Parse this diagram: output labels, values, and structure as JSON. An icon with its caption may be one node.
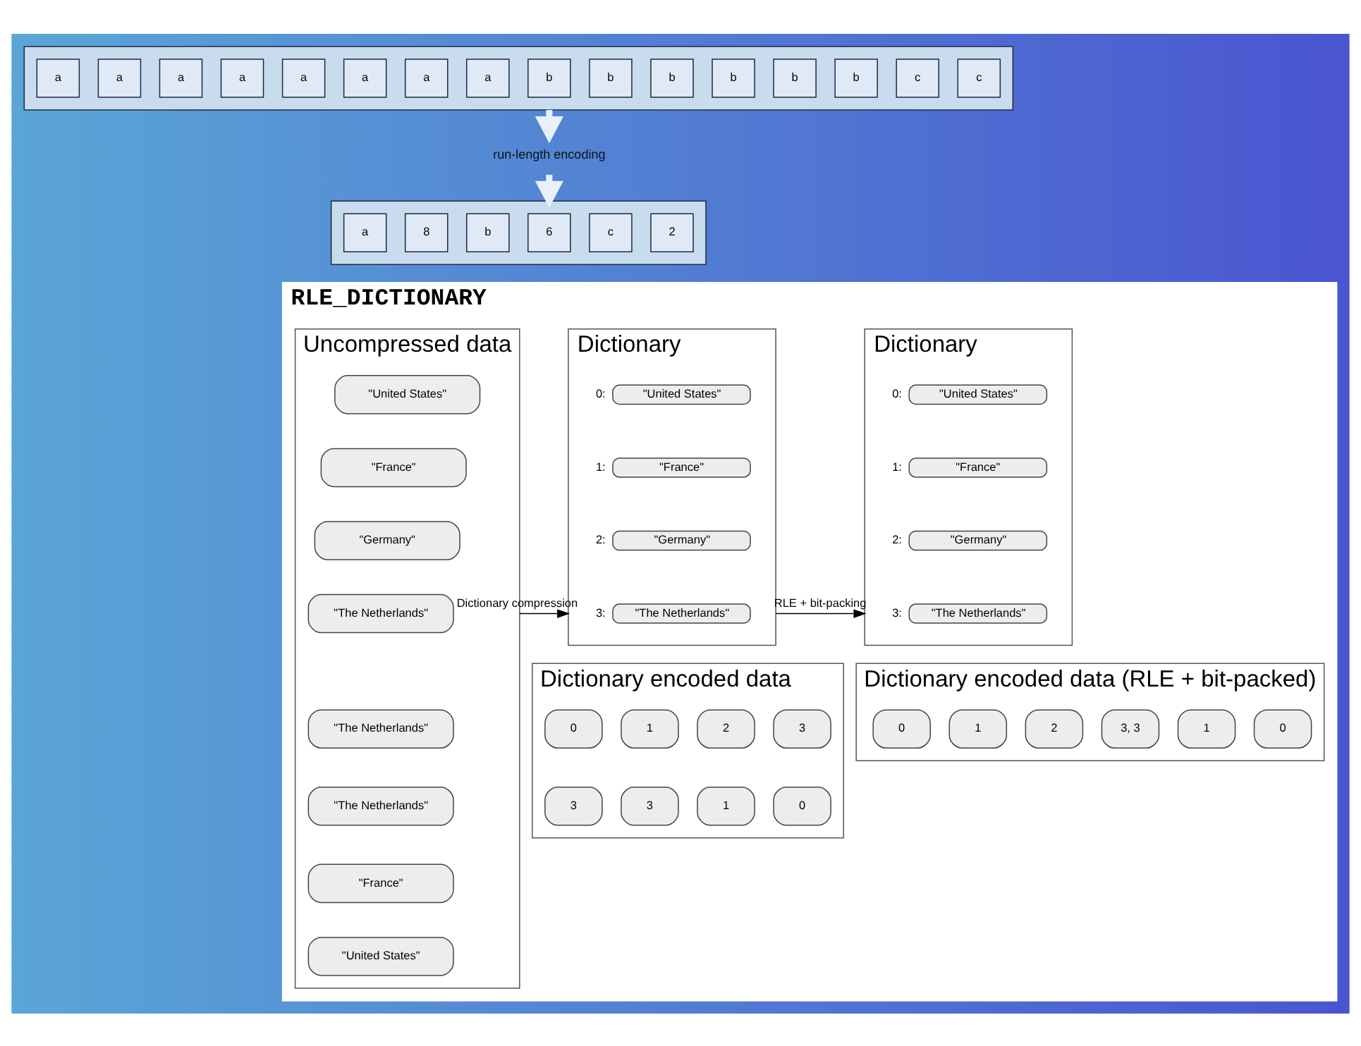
{
  "diagram": {
    "nodes": [
      {
        "text": [],
        "shape": "box"
      },
      {
        "text": [
          "a"
        ],
        "in": 0
      },
      {
        "text": [
          "a"
        ],
        "in": 0
      },
      {
        "text": [
          "a"
        ],
        "in": 0
      },
      {
        "text": [
          "a"
        ],
        "in": 0
      },
      {
        "text": [
          "a"
        ],
        "in": 0
      },
      {
        "text": [
          "a"
        ],
        "in": 0
      },
      {
        "text": [
          "a"
        ],
        "in": 0
      },
      {
        "text": [
          "a"
        ],
        "in": 0
      },
      {
        "text": [
          "b"
        ],
        "in": 0
      },
      {
        "text": [
          "b"
        ],
        "in": 0
      },
      {
        "text": [
          "b"
        ],
        "in": 0
      },
      {
        "text": [
          "b"
        ],
        "in": 0
      },
      {
        "text": [
          "b"
        ],
        "in": 0
      },
      {
        "text": [
          "b"
        ],
        "in": 0
      },
      {
        "text": [
          "c"
        ],
        "in": 0
      },
      {
        "text": [
          "c"
        ],
        "in": 0
      },
      {
        "text": [
          "run-length encoding"
        ]
      },
      {
        "text": [],
        "shape": "box"
      },
      {
        "text": [
          "a"
        ],
        "in": 18
      },
      {
        "text": [
          "8"
        ],
        "in": 18
      },
      {
        "text": [
          "b"
        ],
        "in": 18
      },
      {
        "text": [
          "6"
        ],
        "in": 18
      },
      {
        "text": [
          "c"
        ],
        "in": 18
      },
      {
        "text": [
          "2"
        ],
        "in": 18
      },
      {
        "text": [
          "RLE_DICTIONARY"
        ]
      },
      {
        "text": [
          "Uncompressed data"
        ],
        "in": 25
      },
      {
        "text": [
          "\"United States\""
        ],
        "in": 26
      },
      {
        "text": [
          "\"France\""
        ],
        "in": 26
      },
      {
        "text": [
          "\"Germany\""
        ],
        "in": 26
      },
      {
        "text": [
          "\"The Netherlands\""
        ],
        "in": 26
      },
      {
        "text": [
          "\"The Netherlands\""
        ],
        "in": 26
      },
      {
        "text": [
          "\"The Netherlands\""
        ],
        "in": 26
      },
      {
        "text": [
          "\"France\""
        ],
        "in": 26
      },
      {
        "text": [
          "\"United States\""
        ],
        "in": 26
      },
      {
        "text": [
          "Dictionary"
        ],
        "in": 25
      },
      {
        "text": [
          "\"United States\""
        ],
        "in": 35,
        "beside": [
          "0:"
        ]
      },
      {
        "text": [
          "\"France\""
        ],
        "in": 35,
        "beside": [
          "1:"
        ]
      },
      {
        "text": [
          "\"Germany\""
        ],
        "in": 35,
        "beside": [
          "2:"
        ]
      },
      {
        "text": [
          "\"The Netherlands\""
        ],
        "in": 35,
        "beside": [
          "3:"
        ]
      },
      {
        "text": [
          "Dictionary encoded data"
        ],
        "in": 25
      },
      {
        "text": [
          "0"
        ],
        "in": 40
      },
      {
        "text": [
          "1"
        ],
        "in": 40
      },
      {
        "text": [
          "2"
        ],
        "in": 40
      },
      {
        "text": [
          "3"
        ],
        "in": 40
      },
      {
        "text": [
          "3"
        ],
        "in": 40
      },
      {
        "text": [
          "3"
        ],
        "in": 40
      },
      {
        "text": [
          "1"
        ],
        "in": 40
      },
      {
        "text": [
          "0"
        ],
        "in": 40
      },
      {
        "text": [
          "Dictionary"
        ],
        "in": 25
      },
      {
        "text": [
          "\"United States\""
        ],
        "in": 49,
        "beside": [
          "0:"
        ]
      },
      {
        "text": [
          "\"France\""
        ],
        "in": 49,
        "beside": [
          "1:"
        ]
      },
      {
        "text": [
          "\"Germany\""
        ],
        "in": 49,
        "beside": [
          "2:"
        ]
      },
      {
        "text": [
          "\"The Netherlands\""
        ],
        "in": 49,
        "beside": [
          "3:"
        ]
      },
      {
        "text": [
          "Dictionary encoded data (RLE + bit-packed)"
        ],
        "in": 25
      },
      {
        "text": [
          "0"
        ],
        "in": 54
      },
      {
        "text": [
          "1"
        ],
        "in": 54
      },
      {
        "text": [
          "2"
        ],
        "in": 54
      },
      {
        "text": [
          "3, 3"
        ],
        "in": 54
      },
      {
        "text": [
          "1"
        ],
        "in": 54
      },
      {
        "text": [
          "0"
        ],
        "in": 54
      }
    ],
    "edges": [
      {
        "from": 0,
        "to": 17,
        "arrow": "to",
        "style": "thick",
        "color": "#e8f1fa"
      },
      {
        "from": 17,
        "to": 18,
        "arrow": "to",
        "style": "thick",
        "color": "#e8f1fa"
      },
      {
        "from": 26,
        "to": 35,
        "arrow": "to",
        "label": "Dictionary compression",
        "color": "#000000"
      },
      {
        "from": 35,
        "to": 49,
        "arrow": "to",
        "label": "RLE + bit-packing",
        "color": "#000000"
      }
    ]
  }
}
